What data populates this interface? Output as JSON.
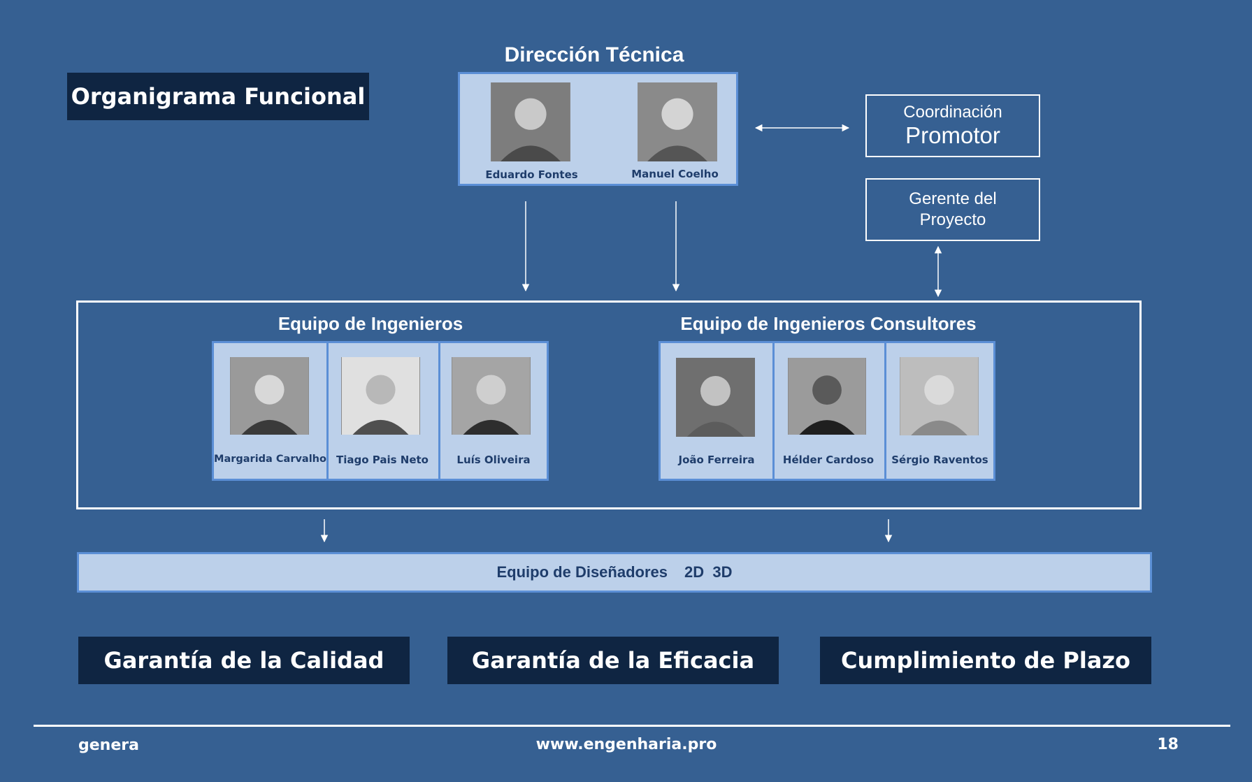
{
  "slide_title": "Organigrama Funcional",
  "direction": {
    "title": "Dirección Técnica",
    "members": [
      "Eduardo Fontes",
      "Manuel Coelho"
    ]
  },
  "coordination": {
    "line1": "Coordinación",
    "line2": "Promotor"
  },
  "manager": {
    "line1": "Gerente del",
    "line2": "Proyecto"
  },
  "engineers": {
    "title": "Equipo de Ingenieros",
    "members": [
      "Margarida Carvalho",
      "Tiago Pais Neto",
      "Luís Oliveira"
    ]
  },
  "consultants": {
    "title": "Equipo de Ingenieros Consultores",
    "members": [
      "João Ferreira",
      "Hélder Cardoso",
      "Sérgio Raventos"
    ]
  },
  "designers": {
    "label": "Equipo de Diseñadores",
    "tag": "2D  3D"
  },
  "pillars": [
    "Garantía de la Calidad",
    "Garantía de la Eficacia",
    "Cumplimiento de Plazo"
  ],
  "footer": {
    "brand": "genera",
    "url": "www.engenharia.pro",
    "page": "18"
  },
  "colors": {
    "background": "#366092",
    "dark_box": "#0f2542",
    "light_panel": "#bcd0ea",
    "panel_border": "#5b8fd6",
    "name_text": "#1f3d6b"
  }
}
